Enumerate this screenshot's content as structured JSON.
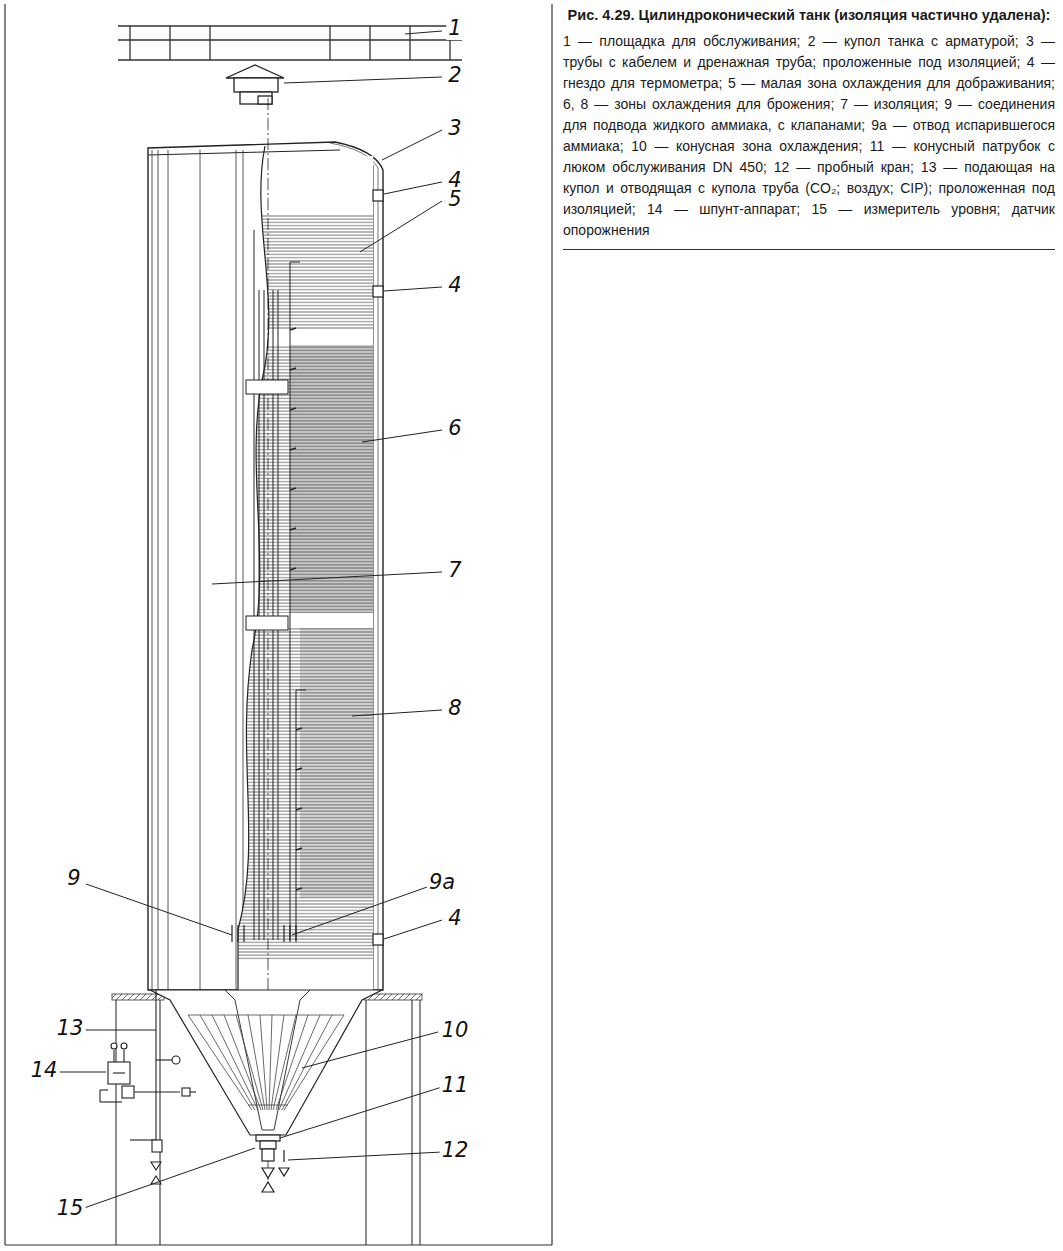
{
  "diagram": {
    "title": "Рис. 4.29. Цилиндроконический танк (изоляция частично удалена):",
    "caption": "1 — площадка для обслуживания; 2 — купол танка с арматурой; 3 — трубы с кабелем и дренажная труба; проложенные под изоляцией; 4 — гнездо для термометра; 5 — малая зона охлаждения для дображивания; 6, 8 — зоны охлаждения для брожения; 7 — изоляция; 9 — соединения для подвода жидкого аммиака, с клапанами; 9а — отвод испарившегося аммиака; 10 — конусная зона охлаждения; 11 — конусный патрубок с люком обслуживания DN 450; 12 — пробный кран; 13 — подающая на купол и отводящая с купола труба (CO₂; воздух; CIP); проложенная под изоляцией; 14 — шпунт-аппарат; 15 — измеритель уровня; датчик опорожнения",
    "labels": [
      "1",
      "2",
      "3",
      "4",
      "5",
      "4",
      "6",
      "7",
      "8",
      "9",
      "9a",
      "4",
      "10",
      "13",
      "11",
      "12",
      "15",
      "14"
    ]
  }
}
